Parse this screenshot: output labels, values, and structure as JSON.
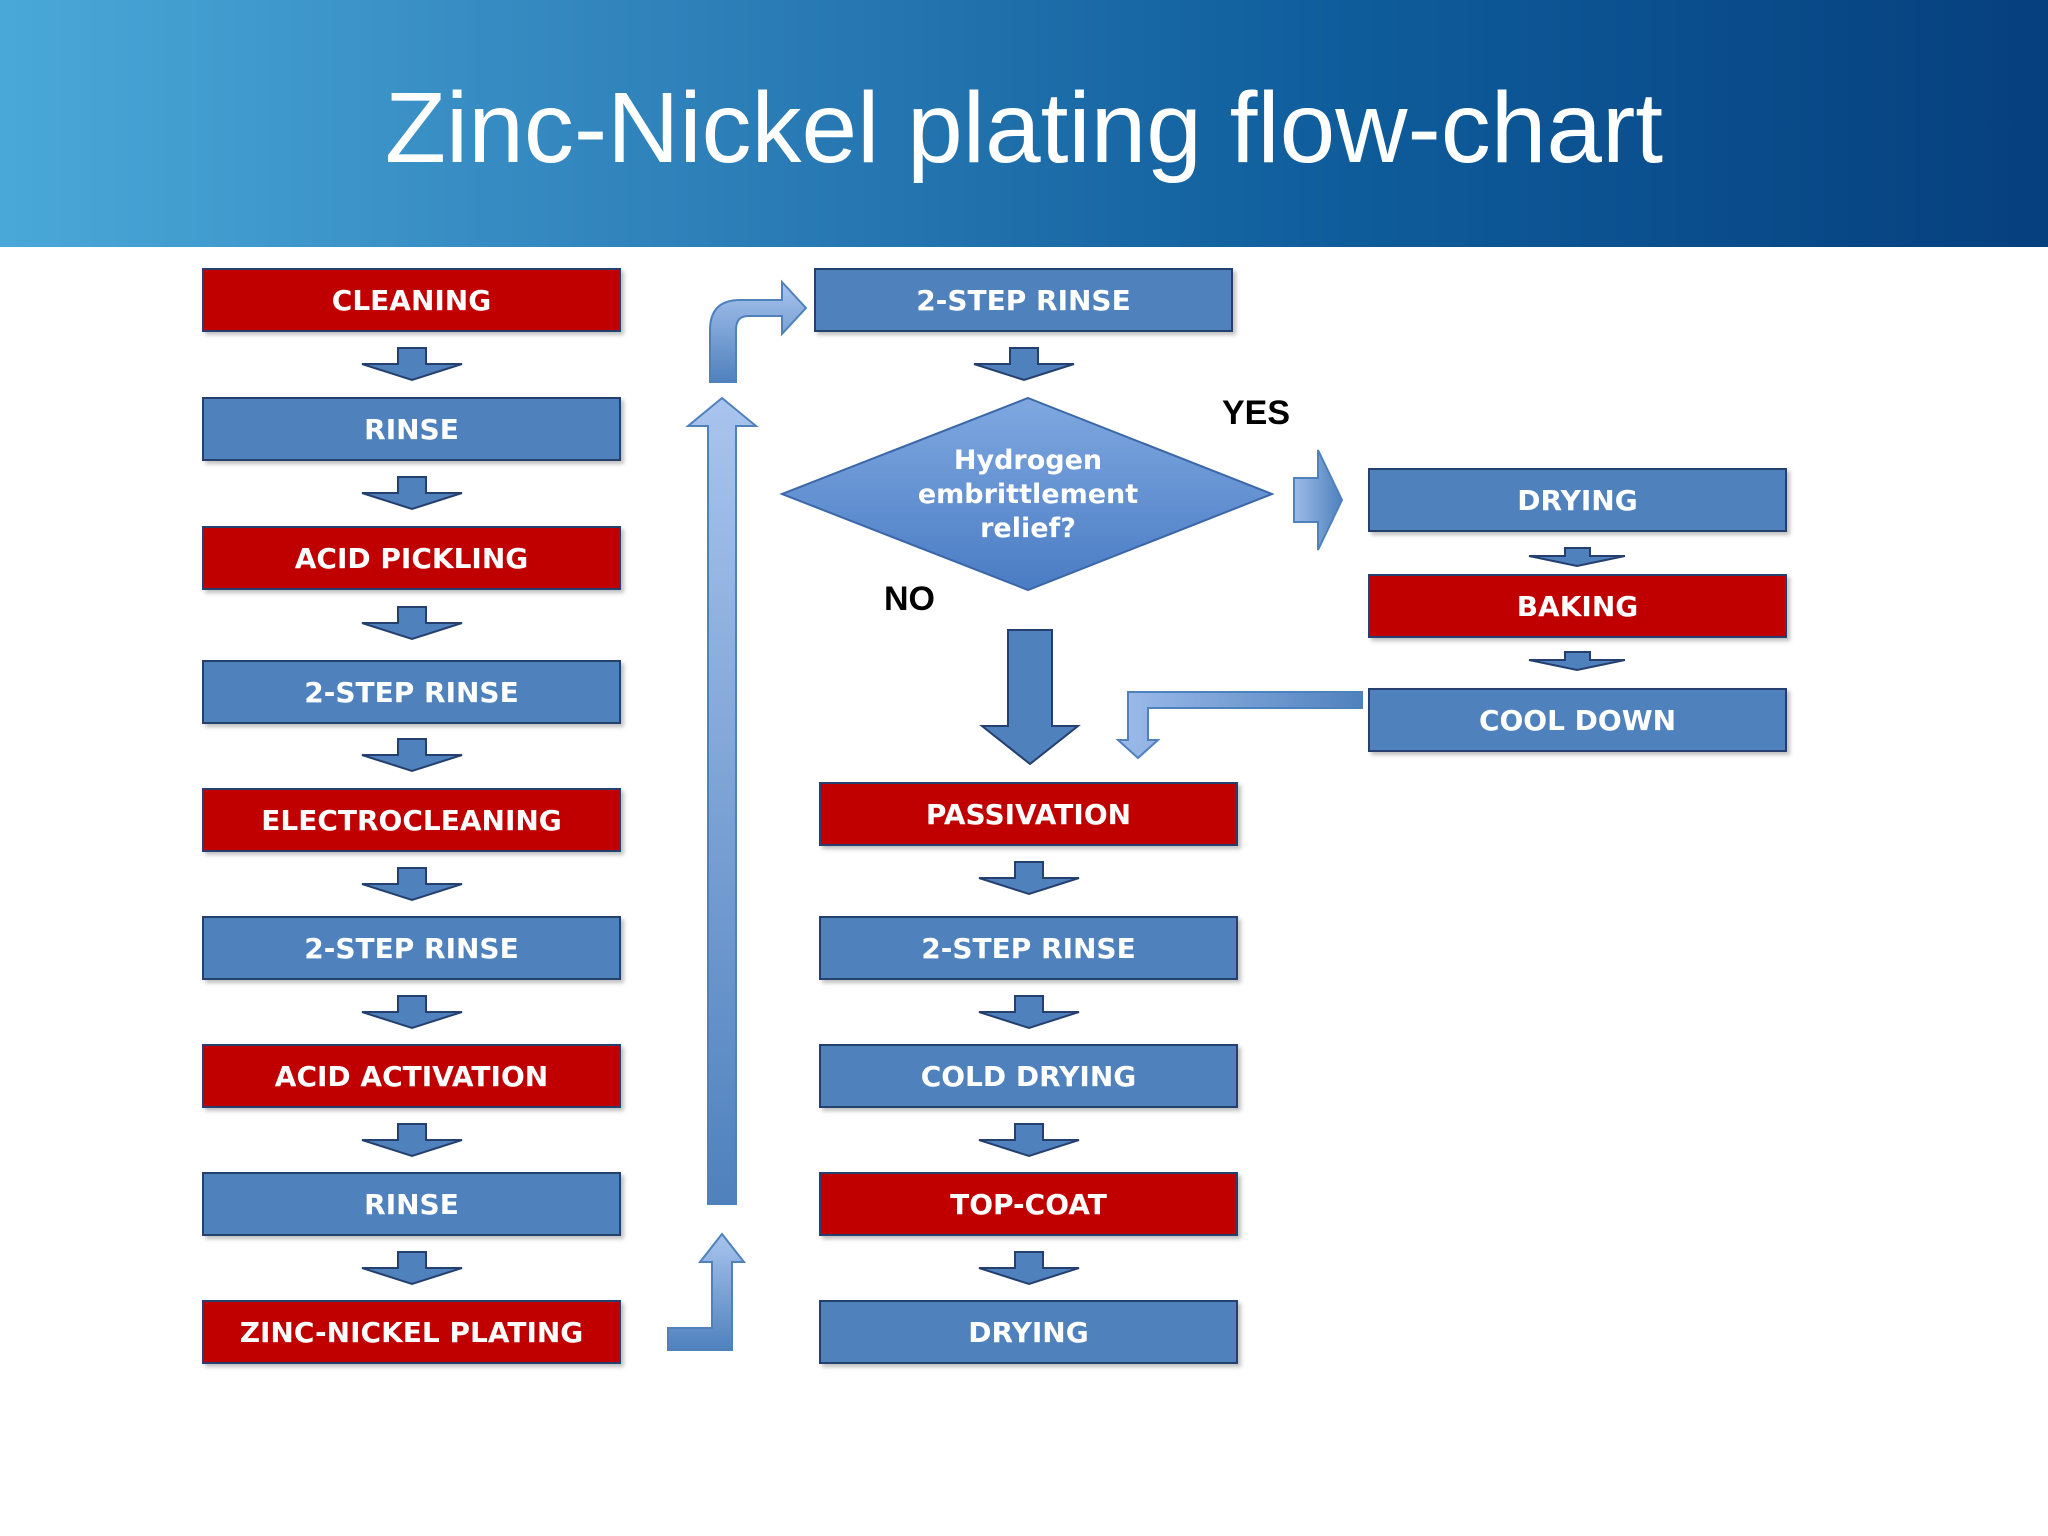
{
  "title": "Zinc-Nickel plating flow-chart",
  "colors": {
    "red": "#c00000",
    "blue": "#4f81bd",
    "arrow": "#4f81bd"
  },
  "column1": [
    "CLEANING",
    "RINSE",
    "ACID PICKLING",
    "2-STEP RINSE",
    "ELECTROCLEANING",
    "2-STEP RINSE",
    "ACID ACTIVATION",
    "RINSE",
    "ZINC-NICKEL PLATING"
  ],
  "column2": {
    "top": "2-STEP RINSE",
    "steps": [
      "PASSIVATION",
      "2-STEP RINSE",
      "COLD DRYING",
      "TOP-COAT",
      "DRYING"
    ]
  },
  "decision": {
    "line1": "Hydrogen",
    "line2": "embrittlement",
    "line3": "relief?",
    "yes": "YES",
    "no": "NO"
  },
  "column3": [
    "DRYING",
    "BAKING",
    "COOL DOWN"
  ]
}
